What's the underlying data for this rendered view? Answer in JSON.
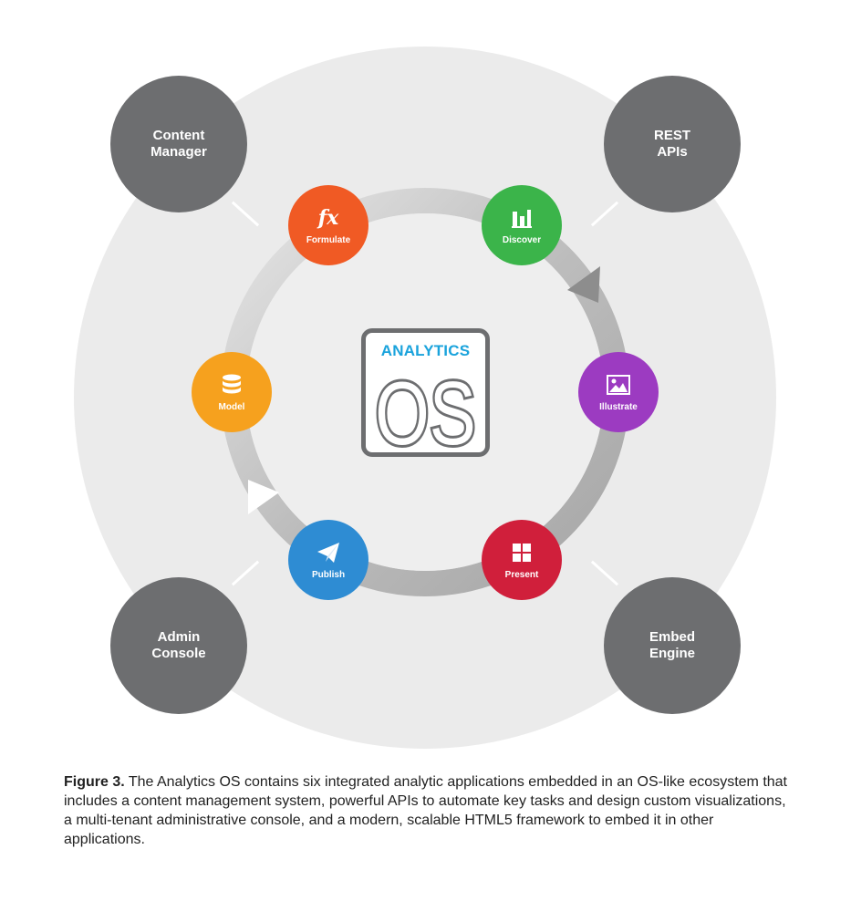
{
  "outer_nodes": {
    "content_manager": "Content\nManager",
    "rest_apis": "REST\nAPIs",
    "admin_console": "Admin\nConsole",
    "embed_engine": "Embed\nEngine"
  },
  "apps": [
    {
      "label": "Formulate",
      "color": "#f05a24",
      "icon": "fx-icon"
    },
    {
      "label": "Discover",
      "color": "#3bb44a",
      "icon": "bar-chart-icon"
    },
    {
      "label": "Illustrate",
      "color": "#9c3bc1",
      "icon": "image-icon"
    },
    {
      "label": "Present",
      "color": "#d01f3b",
      "icon": "grid-icon"
    },
    {
      "label": "Publish",
      "color": "#2e8cd3",
      "icon": "paper-plane-icon"
    },
    {
      "label": "Model",
      "color": "#f6a11e",
      "icon": "database-icon"
    }
  ],
  "logo": {
    "brand": "ANALYTICS",
    "os": "OS"
  },
  "caption": {
    "bold": "Figure 3.",
    "text": " The Analytics OS contains six integrated analytic applications embedded in an OS-like ecosystem that includes a content management system, powerful APIs to automate key tasks and design custom visualizations, a multi-tenant administrative console, and a modern, scalable HTML5 framework to embed it in other applications."
  }
}
